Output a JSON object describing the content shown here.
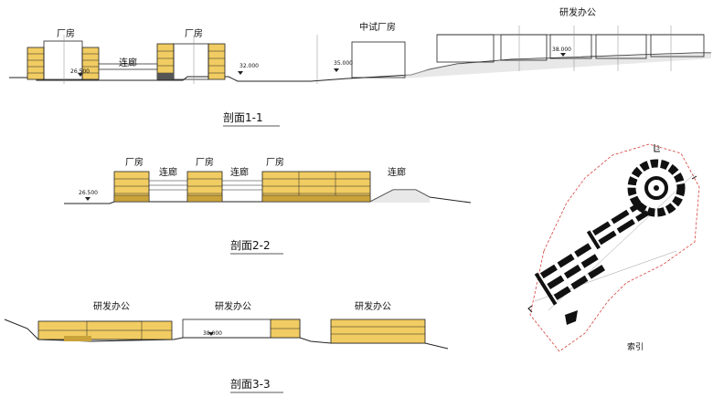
{
  "colors": {
    "building": "#f1cc62",
    "building_dark": "#c9a23a",
    "line": "#222222",
    "grid": "#888888",
    "red": "#d3403a"
  },
  "section1": {
    "title": "剖面1-1",
    "labels": {
      "factory_a": "厂房",
      "factory_b": "厂房",
      "corridor": "连廊",
      "pilot_factory": "中试厂房",
      "rd_office": "研发办公"
    },
    "elevations": {
      "e1": "26.500",
      "e2": "32.000",
      "e3": "35.000",
      "e4": "38.000"
    }
  },
  "section2": {
    "title": "剖面2-2",
    "labels": {
      "factory_a": "厂房",
      "corridor_a": "连廊",
      "factory_b": "厂房",
      "corridor_b": "连廊",
      "factory_c": "厂房",
      "corridor_c": "连廊"
    },
    "elevations": {
      "e1": "26.500"
    }
  },
  "section3": {
    "title": "剖面3-3",
    "labels": {
      "rd_a": "研发办公",
      "rd_b": "研发办公",
      "rd_c": "研发办公"
    },
    "elevations": {
      "e1": "38.000"
    }
  },
  "index_map": {
    "label": "索引",
    "marker": "3"
  }
}
